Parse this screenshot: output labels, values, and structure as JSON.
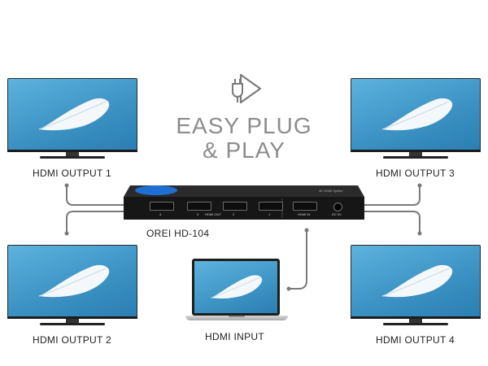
{
  "headline": {
    "line1": "EASY PLUG",
    "line2": "& PLAY"
  },
  "device": {
    "model": "OREI HD-104",
    "port_labels": [
      "4",
      "3",
      "HDMI OUT",
      "2",
      "1"
    ],
    "input_label": "HDMI IN",
    "power_label": "DC 5V",
    "top_text": "4K HDMI Splitter"
  },
  "outputs": [
    {
      "label": "HDMI OUTPUT 1"
    },
    {
      "label": "HDMI OUTPUT 2"
    },
    {
      "label": "HDMI OUTPUT 3"
    },
    {
      "label": "HDMI OUTPUT 4"
    }
  ],
  "input": {
    "label": "HDMI INPUT"
  },
  "icons": [
    "plug-play-icon",
    "feather-icon"
  ],
  "colors": {
    "accent": "#7a7a7a",
    "screen": "#3d93c4",
    "brand": "#1565c0"
  }
}
